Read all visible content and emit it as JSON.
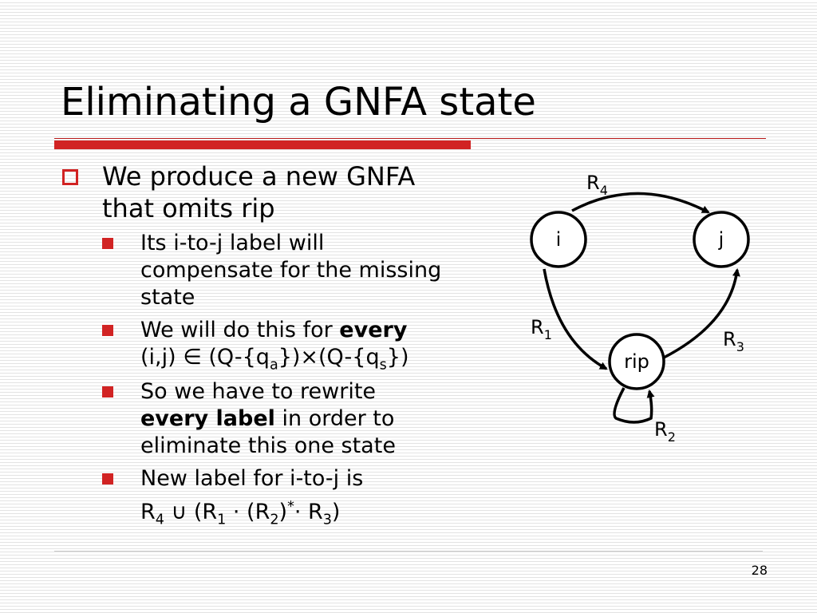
{
  "slide": {
    "title": "Eliminating a GNFA state",
    "page_number": "28"
  },
  "bullets": {
    "main": {
      "line1": "We produce a new GNFA",
      "line2": "that omits rip"
    },
    "sub1": [
      "Its i-to-j label will",
      "compensate for the missing",
      "state"
    ],
    "sub2": {
      "pre": "We will do this for ",
      "bold": "every",
      "l2a": "(i,j) ∈ (Q-{q",
      "l2sub1": "a",
      "l2b": "})×(Q-{q",
      "l2sub2": "s",
      "l2c": "})"
    },
    "sub3": {
      "line1": "So we have to rewrite",
      "bold": "every label",
      "rest": " in order to",
      "line3": "eliminate this one state"
    },
    "sub4": "New label for i-to-j is",
    "formula": {
      "a": "R",
      "a_sub": "4",
      "b": " ∪ (R",
      "b_sub": "1",
      "c": " · (R",
      "c_sub": "2",
      "d": ")",
      "d_sup": "*",
      "e": "· R",
      "e_sub": "3",
      "f": ")"
    }
  },
  "diagram": {
    "states": {
      "i": "i",
      "j": "j",
      "rip": "rip"
    },
    "labels": {
      "R4": {
        "main": "R",
        "sub": "4"
      },
      "R1": {
        "main": "R",
        "sub": "1"
      },
      "R3": {
        "main": "R",
        "sub": "3"
      },
      "R2": {
        "main": "R",
        "sub": "2"
      }
    }
  },
  "colors": {
    "accent": "#d12323",
    "thin_rule": "#b51616",
    "bg_lines": "#e3e3e3"
  }
}
